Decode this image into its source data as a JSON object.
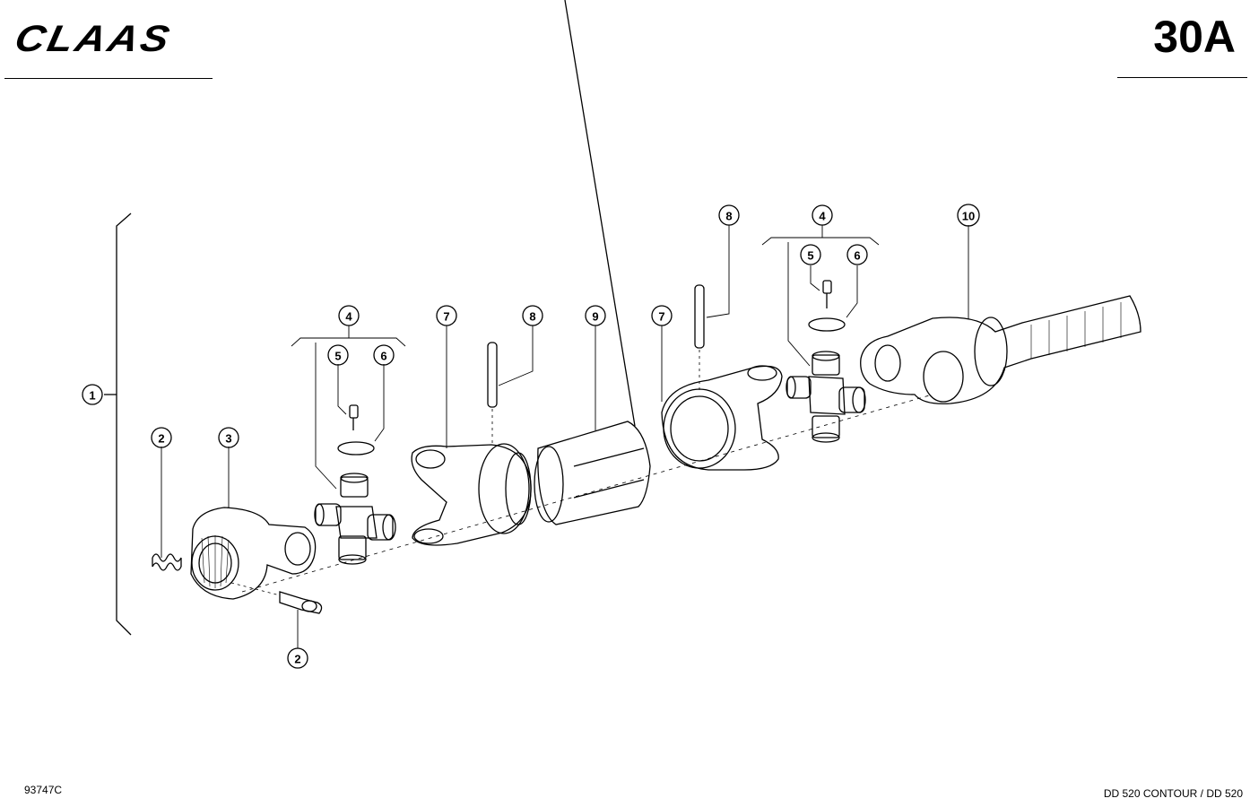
{
  "header": {
    "brand": "CLAAS",
    "page_number": "30A"
  },
  "footer": {
    "drawing_number": "93747C",
    "model": "DD 520 CONTOUR / DD 520"
  },
  "callouts": {
    "c1": "1",
    "c2a": "2",
    "c2b": "2",
    "c3": "3",
    "c4a": "4",
    "c5a": "5",
    "c6a": "6",
    "c7a": "7",
    "c8a": "8",
    "c9": "9",
    "c7b": "7",
    "c8b": "8",
    "c4b": "4",
    "c5b": "5",
    "c6b": "6",
    "c10": "10"
  }
}
